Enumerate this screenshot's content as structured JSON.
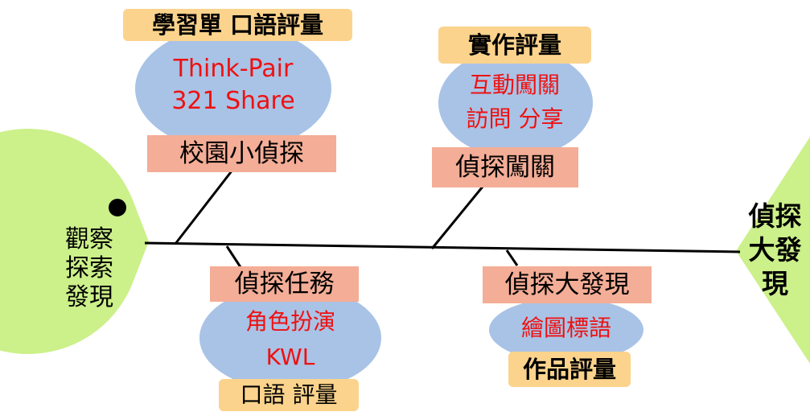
{
  "head": {
    "lines": [
      "觀察",
      "探索",
      "發現"
    ]
  },
  "tail": {
    "lines": [
      "偵探",
      "大發",
      "現"
    ]
  },
  "bones": [
    {
      "topic": "校園小偵探",
      "assessment": "學習單 口語評量",
      "methods": [
        "Think-Pair",
        "321 Share"
      ]
    },
    {
      "topic": "偵探闖關",
      "assessment": "實作評量",
      "methods": [
        "互動闖關",
        "訪問  分享"
      ]
    },
    {
      "topic": "偵探任務",
      "assessment": "口語 評量",
      "methods": [
        "角色扮演",
        "KWL"
      ]
    },
    {
      "topic": "偵探大發現",
      "assessment": "作品評量",
      "methods": [
        "繪圖標語"
      ]
    }
  ],
  "colors": {
    "fish": "#ccf08a",
    "eye": "#000000",
    "ellipse": "#a9c3e6",
    "tag": "#fbd38c",
    "topic": "#f4ad96",
    "method_text": "#ee1111"
  }
}
